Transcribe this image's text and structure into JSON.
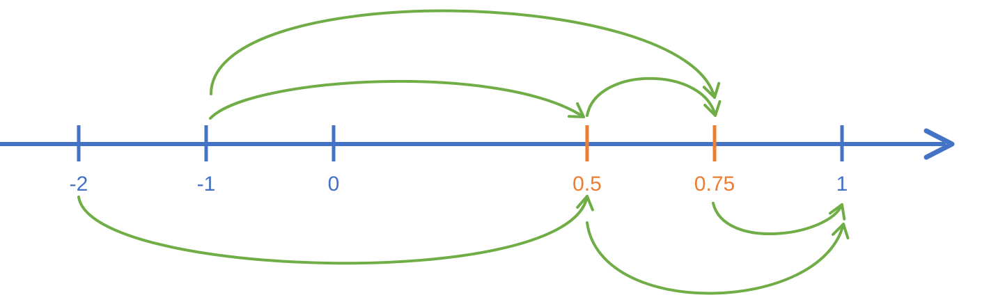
{
  "colors": {
    "axis": "#4472C4",
    "highlight": "#ED7D31",
    "arrow": "#70AD47",
    "background": "#FFFFFF"
  },
  "number_line": {
    "direction": "right",
    "ticks": [
      {
        "value": -2,
        "label": "-2",
        "highlight": false
      },
      {
        "value": -1,
        "label": "-1",
        "highlight": false
      },
      {
        "value": 0,
        "label": "0",
        "highlight": false
      },
      {
        "value": 0.5,
        "label": "0.5",
        "highlight": true
      },
      {
        "value": 0.75,
        "label": "0.75",
        "highlight": true
      },
      {
        "value": 1,
        "label": "1",
        "highlight": false
      }
    ],
    "arrows": [
      {
        "from": -1,
        "to": 0.75,
        "side": "above"
      },
      {
        "from": -1,
        "to": 0.5,
        "side": "above"
      },
      {
        "from": 0.5,
        "to": 0.75,
        "side": "above"
      },
      {
        "from": -2,
        "to": 0.5,
        "side": "below"
      },
      {
        "from": 0.75,
        "to": 1,
        "side": "below"
      },
      {
        "from": 0.5,
        "to": 1,
        "side": "below"
      }
    ]
  }
}
